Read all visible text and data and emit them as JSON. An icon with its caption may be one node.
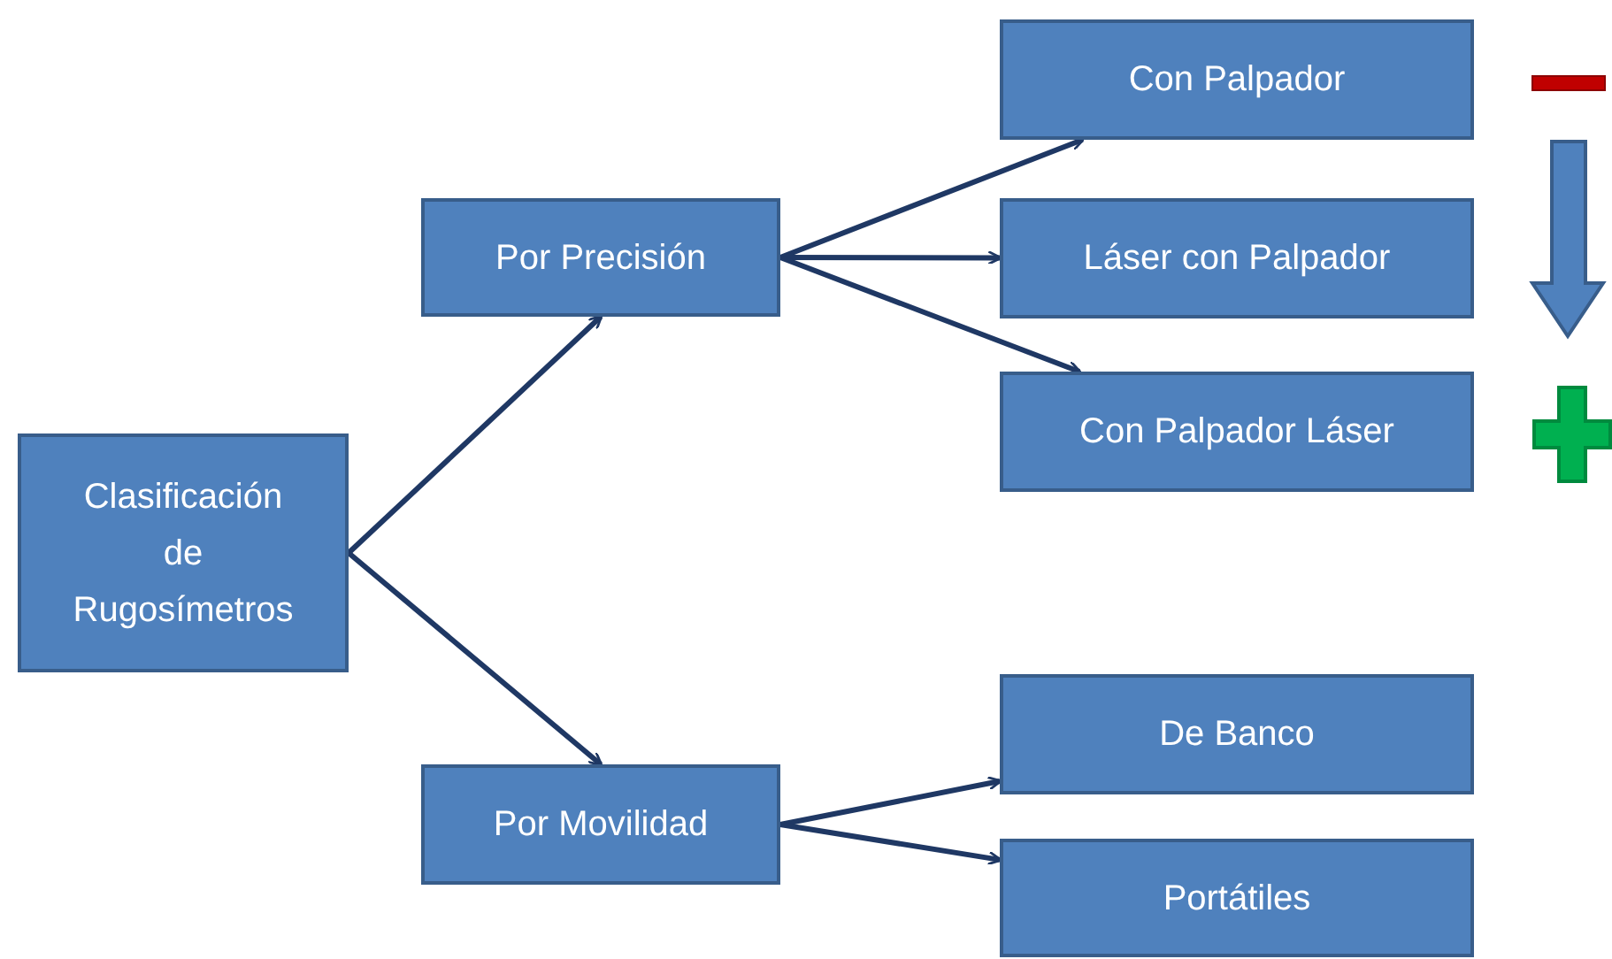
{
  "diagram": {
    "nodes": [
      {
        "text": [
          "Clasificación de Rugosímetros"
        ]
      },
      {
        "text": [
          "Por Precisión"
        ]
      },
      {
        "text": [
          "Por Movilidad"
        ]
      },
      {
        "text": [
          "Con Palpador"
        ]
      },
      {
        "text": [
          "Láser con Palpador"
        ]
      },
      {
        "text": [
          "Con Palpador Láser"
        ]
      },
      {
        "text": [
          "De Banco"
        ]
      },
      {
        "text": [
          "Portátiles"
        ]
      }
    ],
    "edges": [
      {
        "from": 0,
        "to": 1,
        "arrow": "to"
      },
      {
        "from": 0,
        "to": 2,
        "arrow": "to"
      },
      {
        "from": 1,
        "to": 3,
        "arrow": "to"
      },
      {
        "from": 1,
        "to": 4,
        "arrow": "to"
      },
      {
        "from": 1,
        "to": 5,
        "arrow": "to"
      },
      {
        "from": 2,
        "to": 6,
        "arrow": "to"
      },
      {
        "from": 2,
        "to": 7,
        "arrow": "to"
      }
    ]
  }
}
